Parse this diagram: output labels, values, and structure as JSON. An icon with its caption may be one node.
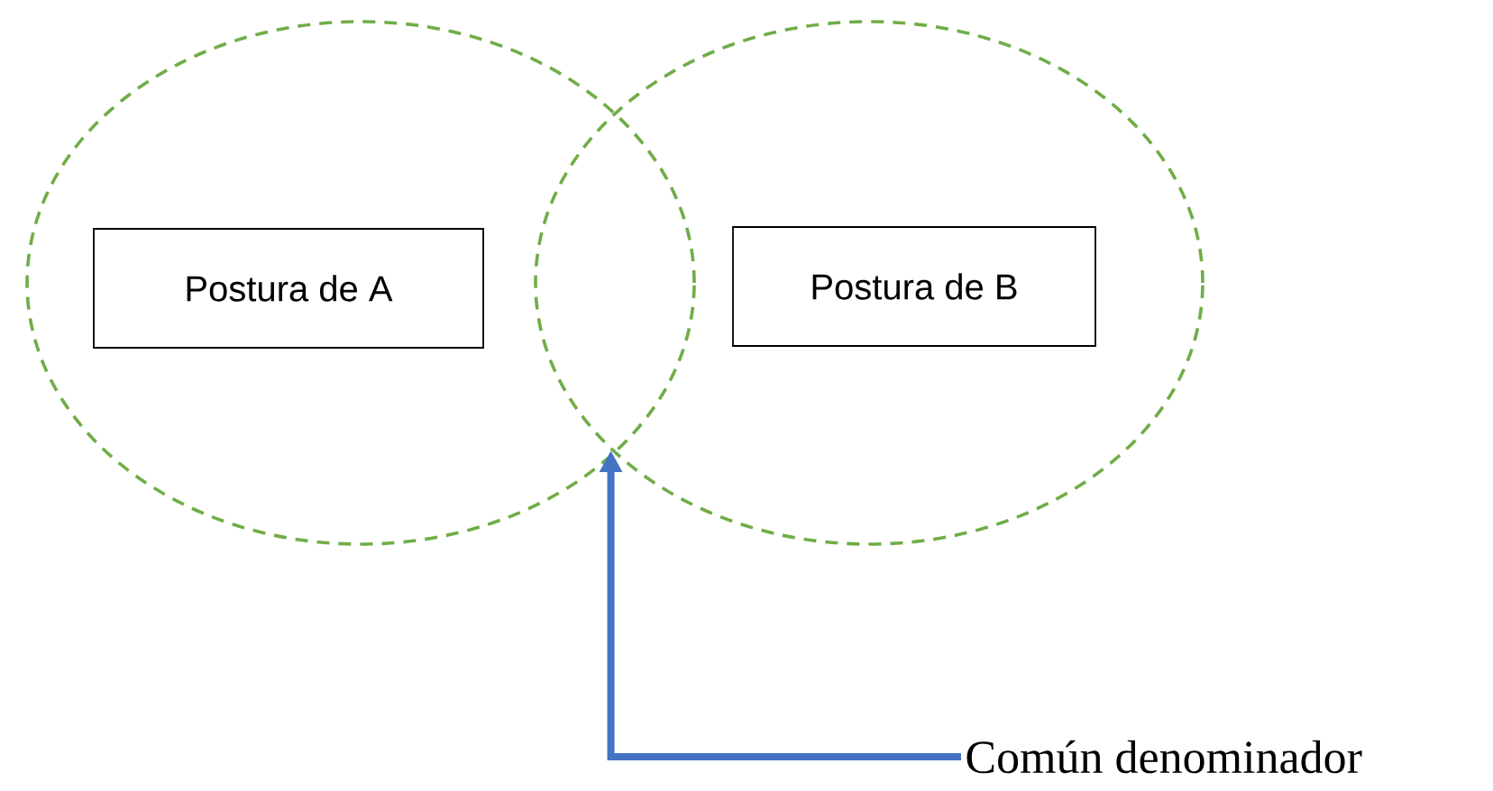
{
  "diagram": {
    "nodes": [
      {
        "text": [],
        "shape": "ellipse"
      },
      {
        "text": [],
        "shape": "ellipse"
      },
      {
        "text": [
          "Postura de A"
        ],
        "in": 0
      },
      {
        "text": [
          "Postura de B"
        ],
        "in": 1
      },
      {
        "text": [
          "Común denominador"
        ]
      }
    ],
    "edges": [
      {
        "from": 4,
        "to": 1,
        "arrow": "to",
        "color": "#4472c4"
      }
    ]
  }
}
